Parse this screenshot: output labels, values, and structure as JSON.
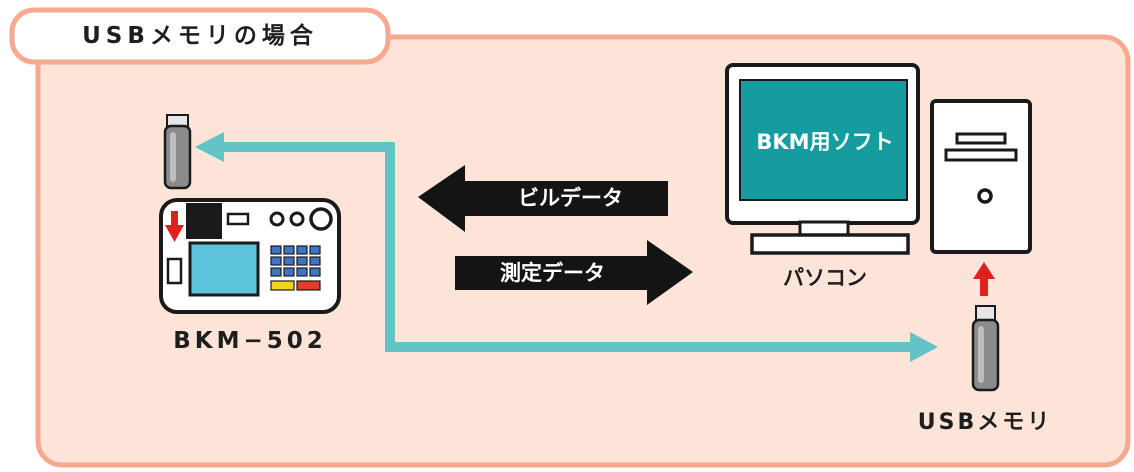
{
  "section_title": "USBメモリの場合",
  "software_label": "BKM用ソフト",
  "arrows": {
    "bill_data": "ビルデータ",
    "measurement_data": "測定データ"
  },
  "devices": {
    "bkm502": "BKM−502",
    "pc": "パソコン",
    "usb_memory": "USBメモリ"
  },
  "colors": {
    "panel_fill": "#fde4d8",
    "panel_border": "#f7a98f",
    "data_arrow": "#141414",
    "transfer_path": "#63c3c7",
    "insert_arrow": "#e0201c",
    "screen": "#149c9f"
  }
}
